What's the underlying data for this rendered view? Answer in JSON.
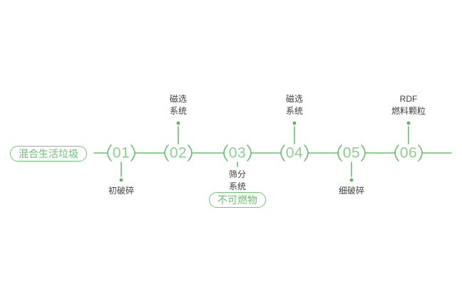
{
  "flow": {
    "start_label": "混合生活垃圾",
    "steps": [
      {
        "num": "01",
        "label": "初破碎",
        "label_position": "below"
      },
      {
        "num": "02",
        "label": "磁选\n系统",
        "label_position": "above"
      },
      {
        "num": "03",
        "label": "筛分\n系统",
        "label_position": "below",
        "tag": "不可燃物"
      },
      {
        "num": "04",
        "label": "磁选\n系统",
        "label_position": "above"
      },
      {
        "num": "05",
        "label": "细破碎",
        "label_position": "below"
      },
      {
        "num": "06",
        "label": "RDF\n燃料颗粒",
        "label_position": "above"
      }
    ],
    "colors": {
      "line_green": "#6abf6f",
      "number_green": "#8fce90",
      "label_text": "#3e3e3e",
      "pill_green": "#74c577"
    }
  }
}
